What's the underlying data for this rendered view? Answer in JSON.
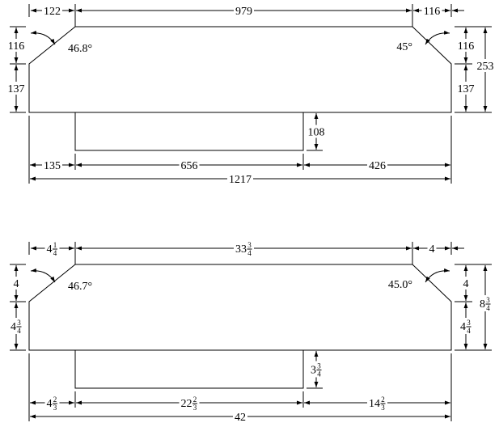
{
  "drawings": [
    {
      "dims": {
        "top_left": "122",
        "top_middle": "979",
        "top_right": "116",
        "left_upper": "116",
        "left_lower": "137",
        "right_upper": "116",
        "right_lower": "137",
        "right_total": "253",
        "angle_left": "46.8°",
        "angle_right": "45°",
        "cutout_height": "108",
        "bottom_left": "135",
        "bottom_middle": "656",
        "bottom_right": "426",
        "overall": "1217"
      }
    },
    {
      "dims": {
        "top_left": {
          "whole": "4",
          "num": "1",
          "den": "4"
        },
        "top_middle": {
          "whole": "33",
          "num": "3",
          "den": "4"
        },
        "top_right": "4",
        "left_upper": "4",
        "left_lower": {
          "whole": "4",
          "num": "3",
          "den": "4"
        },
        "right_upper": "4",
        "right_lower": {
          "whole": "4",
          "num": "3",
          "den": "4"
        },
        "right_total": {
          "whole": "8",
          "num": "3",
          "den": "4"
        },
        "angle_left": "46.7°",
        "angle_right": "45.0°",
        "cutout_height": {
          "whole": "3",
          "num": "3",
          "den": "4"
        },
        "bottom_left": {
          "whole": "4",
          "num": "2",
          "den": "3"
        },
        "bottom_middle": {
          "whole": "22",
          "num": "2",
          "den": "3"
        },
        "bottom_right": {
          "whole": "14",
          "num": "2",
          "den": "3"
        },
        "overall": "42"
      }
    }
  ]
}
